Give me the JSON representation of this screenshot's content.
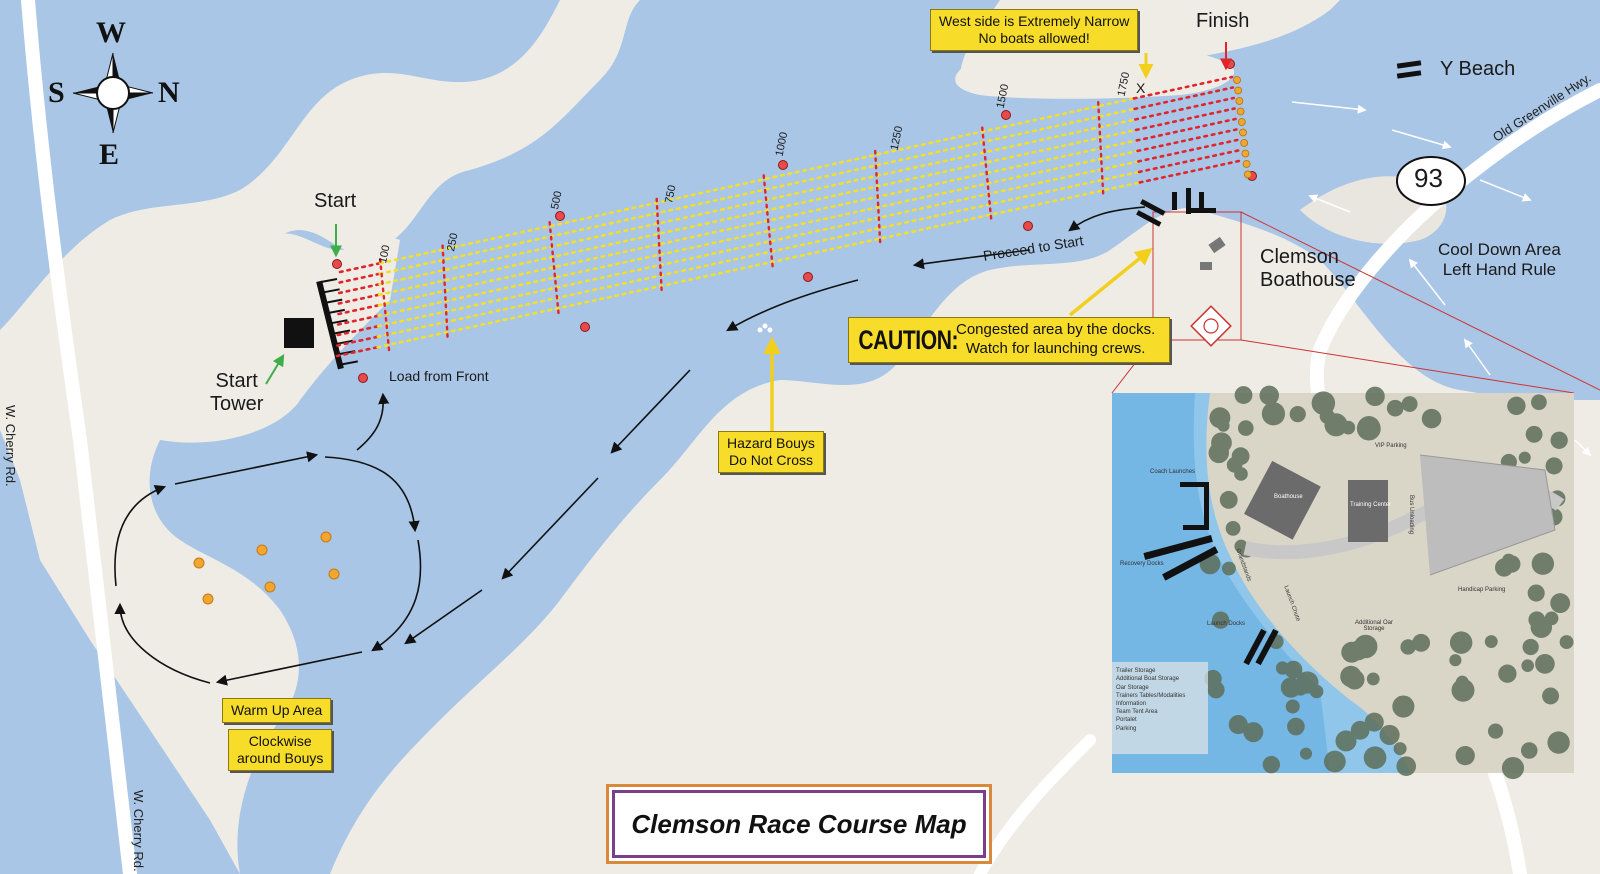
{
  "title": "Clemson Race Course Map",
  "compass": {
    "north": "N",
    "south": "S",
    "east": "E",
    "west": "W"
  },
  "roads": {
    "cherry_upper": "W. Cherry Rd.",
    "cherry_lower": "W. Cherry Rd.",
    "greenville": "Old Greenville Hwy.",
    "route_shield": "93"
  },
  "labels": {
    "start": "Start",
    "finish": "Finish",
    "start_tower": "Start\nTower",
    "load_from_front": "Load from Front",
    "proceed_to_start": "Proceed to Start",
    "boathouse": "Clemson\nBoathouse",
    "y_beach": "Y Beach",
    "cool_down": "Cool Down Area\nLeft Hand Rule"
  },
  "callouts": {
    "west_side": "West side is Extremely Narrow\nNo boats allowed!",
    "hazard": "Hazard Bouys\nDo Not Cross",
    "warm_up": "Warm Up Area",
    "clockwise": "Clockwise\naround Bouys",
    "caution_word": "CAUTION:",
    "caution_text": "Congested area by the docks.\nWatch for launching crews."
  },
  "course_markers": [
    "100",
    "250",
    "500",
    "750",
    "1000",
    "1250",
    "1500",
    "1750"
  ],
  "west_side_mark": "X",
  "inset": {
    "labels": {
      "coach_launches": "Coach Launches",
      "recovery_docks": "Recovery Docks",
      "launch_docks": "Launch Docks",
      "boathouse": "Boathouse",
      "training_center": "Training Center",
      "vip_parking": "VIP Parking",
      "handicap_parking": "Handicap Parking",
      "bus_unloading": "Bus Unloading",
      "grandstands": "Grandstands",
      "launch_chute": "Launch Chute",
      "additional_oar_storage": "Additional Oar Storage"
    },
    "legend": [
      "Trailer Storage",
      "Additional Boat Storage",
      "Oar Storage",
      "Trainers Tables/Modalities",
      "Information",
      "Team Tent Area",
      "Portalet",
      "Parking"
    ]
  },
  "colors": {
    "water": "#a9c6e6",
    "land": "#efece6",
    "callout": "#f7dc2a",
    "lane_red": "#e0262c",
    "lane_yellow": "#f2df2a",
    "arrow_green": "#3fae49",
    "arrow_yellow": "#f2cf1d",
    "arrow_red": "#e0262c"
  }
}
